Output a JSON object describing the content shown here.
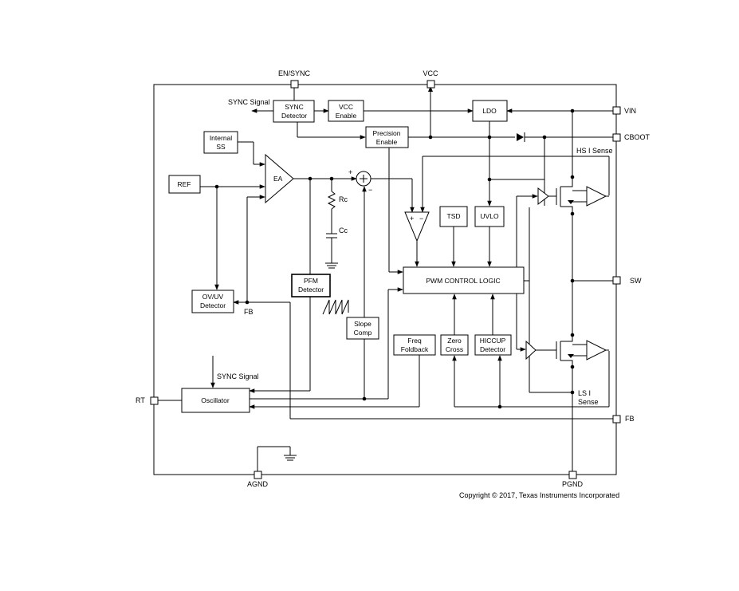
{
  "pins": {
    "en_sync": "EN/SYNC",
    "vcc": "VCC",
    "vin": "VIN",
    "cboot": "CBOOT",
    "sw": "SW",
    "fb": "FB",
    "rt": "RT",
    "agnd": "AGND",
    "pgnd": "PGND"
  },
  "blocks": {
    "sync_detector": [
      "SYNC",
      "Detector"
    ],
    "vcc_enable": [
      "VCC",
      "Enable"
    ],
    "ldo": "LDO",
    "precision_enable": [
      "Precision",
      "Enable"
    ],
    "internal_ss": [
      "Internal",
      "SS"
    ],
    "ref": "REF",
    "ea": "EA",
    "tsd": "TSD",
    "uvlo": "UVLO",
    "pwm_control_logic": "PWM CONTROL LOGIC",
    "ov_uv_detector": [
      "OV/UV",
      "Detector"
    ],
    "pfm_detector": [
      "PFM",
      "Detector"
    ],
    "slope_comp": [
      "Slope",
      "Comp"
    ],
    "freq_foldback": [
      "Freq",
      "Foldback"
    ],
    "zero_cross": [
      "Zero",
      "Cross"
    ],
    "hiccup_detector": [
      "HICCUP",
      "Detector"
    ],
    "oscillator": "Oscillator"
  },
  "labels": {
    "sync_signal_top": "SYNC Signal",
    "sync_signal_osc": "SYNC Signal",
    "hs_i_sense": "HS I Sense",
    "ls_i_sense": [
      "LS I",
      "Sense"
    ],
    "fb_internal": "FB",
    "rc": "Rc",
    "cc": "Cc",
    "sum_plus": "+",
    "sum_minus": "−",
    "comp_plus": "+",
    "comp_minus": "−"
  },
  "copyright": "Copyright © 2017, Texas Instruments Incorporated"
}
